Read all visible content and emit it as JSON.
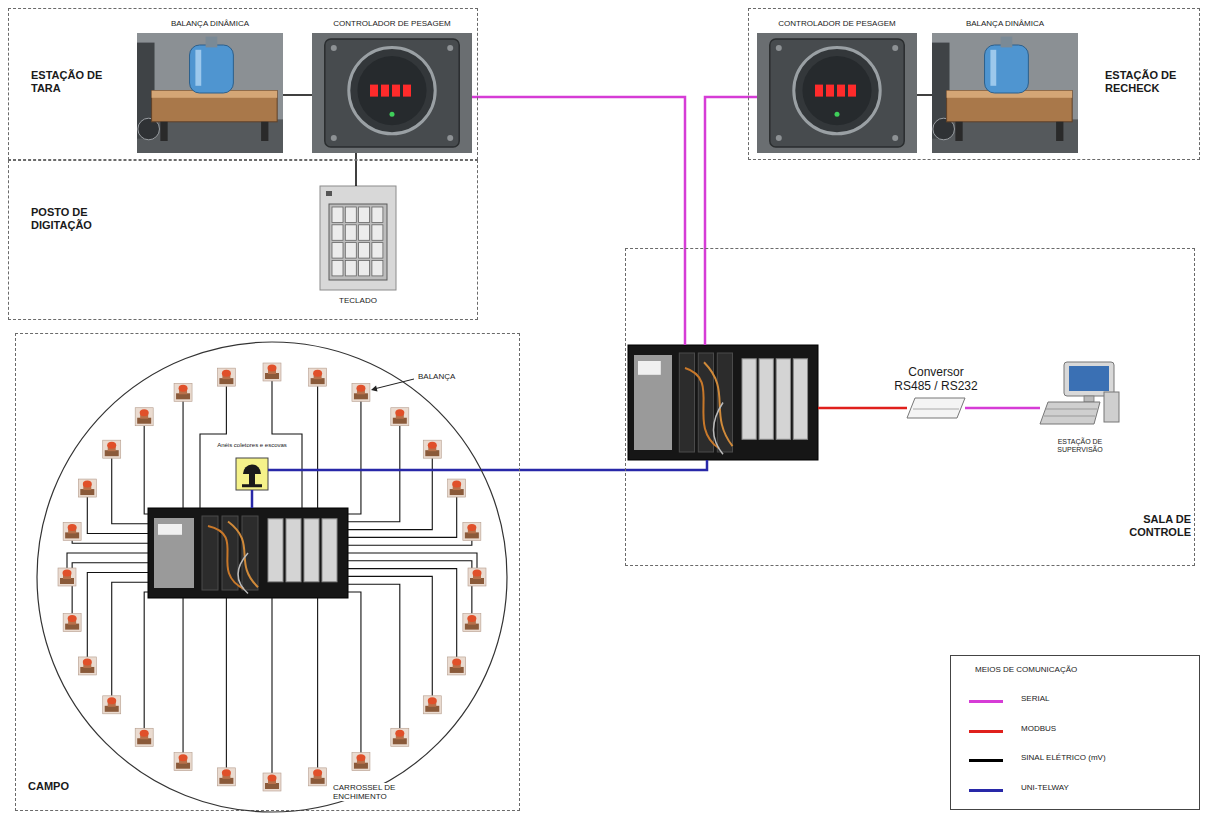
{
  "diagram": {
    "nodes": [
      {
        "text": [
          "ESTAÇÃO DE TARA"
        ]
      },
      {
        "text": [
          "BALANÇA DINÂMICA"
        ],
        "in": 0
      },
      {
        "text": [
          "CONTROLADOR DE PESAGEM"
        ],
        "in": 0
      },
      {
        "text": [
          "ESTAÇÃO DE RECHECK"
        ]
      },
      {
        "text": [
          "CONTROLADOR DE PESAGEM"
        ],
        "in": 3
      },
      {
        "text": [
          "BALANÇA DINÂMICA"
        ],
        "in": 3
      },
      {
        "text": [
          "POSTO DE DIGITAÇÃO"
        ]
      },
      {
        "text": [
          "TECLADO"
        ],
        "in": 6
      },
      {
        "text": [
          "CAMPO"
        ]
      },
      {
        "text": [
          "CARROSSEL DE ENCHIMENTO"
        ],
        "in": 8
      },
      {
        "text": [
          "Anéis coletores e escovas"
        ],
        "in": 9
      },
      {
        "text": [],
        "in": 9
      },
      {
        "text": [
          "SALA DE CONTROLE"
        ]
      },
      {
        "text": [],
        "in": 12
      },
      {
        "text": [
          "Conversor RS485 / RS232"
        ],
        "in": 12
      },
      {
        "text": [
          "ESTAÇÃO DE SUPERVISÃO"
        ],
        "in": 12
      }
    ],
    "edges": [
      {
        "from": 1,
        "to": 2,
        "arrow": "none"
      },
      {
        "from": 2,
        "to": 7,
        "arrow": "none"
      },
      {
        "from": 2,
        "to": 13,
        "arrow": "none"
      },
      {
        "from": 4,
        "to": 13,
        "arrow": "none"
      },
      {
        "from": 4,
        "to": 5,
        "arrow": "none"
      },
      {
        "from": 13,
        "to": 14,
        "arrow": "none"
      },
      {
        "from": 14,
        "to": 15,
        "arrow": "none"
      },
      {
        "from": 13,
        "to": 10,
        "arrow": "none"
      },
      {
        "from": 10,
        "to": 11,
        "arrow": "none"
      }
    ],
    "labels": [
      "BALANÇA",
      "MEIOS DE COMUNICAÇÃO"
    ],
    "legend": [
      {
        "text": "SERIAL",
        "color": "#d63cd6"
      },
      {
        "text": "MODBUS",
        "color": "#e0201c"
      },
      {
        "text": "SINAL ELÉTRICO (mV)",
        "color": "#000000"
      },
      {
        "text": "UNI-TELWAY",
        "color": "#2828a8"
      }
    ]
  }
}
